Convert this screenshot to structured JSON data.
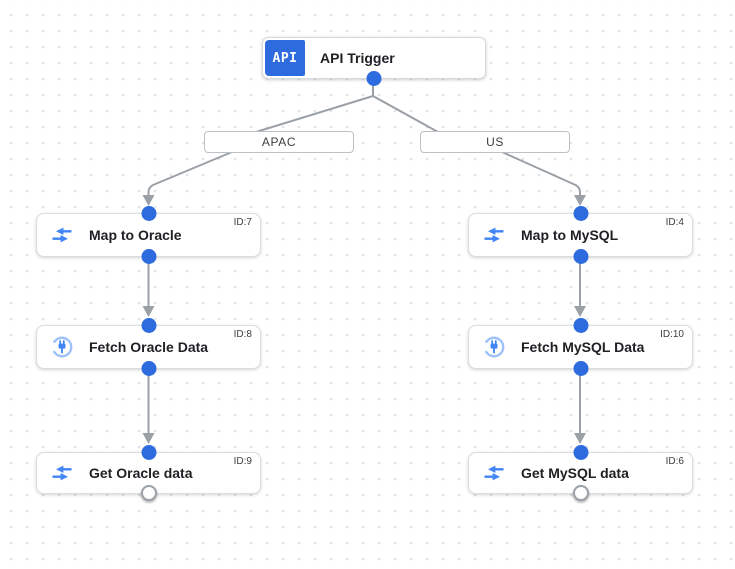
{
  "colors": {
    "accent_blue": "#2e6bdf",
    "icon_blue": "#4285f4",
    "connector_ring_blue": "#9ec1fb",
    "edge_gray": "#9aa0a6",
    "node_border": "#dadce0",
    "title_text": "#202124",
    "muted_text": "#3c4043"
  },
  "trigger": {
    "badge": "API",
    "title": "API Trigger"
  },
  "edge_labels": {
    "left": "APAC",
    "right": "US"
  },
  "nodes": {
    "left": [
      {
        "title": "Map to Oracle",
        "id": "ID:7",
        "icon": "data-mapping-icon"
      },
      {
        "title": "Fetch Oracle Data",
        "id": "ID:8",
        "icon": "connector-icon"
      },
      {
        "title": "Get Oracle data",
        "id": "ID:9",
        "icon": "data-mapping-icon"
      }
    ],
    "right": [
      {
        "title": "Map to MySQL",
        "id": "ID:4",
        "icon": "data-mapping-icon"
      },
      {
        "title": "Fetch MySQL Data",
        "id": "ID:10",
        "icon": "connector-icon"
      },
      {
        "title": "Get MySQL data",
        "id": "ID:6",
        "icon": "data-mapping-icon"
      }
    ]
  }
}
